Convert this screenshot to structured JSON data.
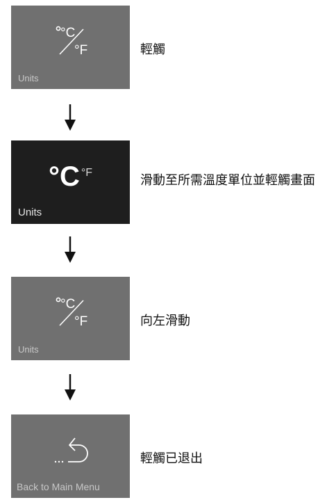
{
  "steps": [
    {
      "tile": {
        "label": "Units",
        "icon": "celsius-fahrenheit-icon",
        "c": "°C",
        "f": "°F"
      },
      "text": "輕觸"
    },
    {
      "tile": {
        "label": "Units",
        "icon": "celsius-selected",
        "c": "°C",
        "f": "°F"
      },
      "text": "滑動至所需溫度單位並輕觸畫面"
    },
    {
      "tile": {
        "label": "Units",
        "icon": "celsius-fahrenheit-icon",
        "c": "°C",
        "f": "°F"
      },
      "text": "向左滑動"
    },
    {
      "tile": {
        "label": "Back to Main Menu",
        "icon": "back-arrow-icon"
      },
      "text": "輕觸已退出"
    }
  ],
  "colors": {
    "tile": "#707070",
    "tile_active": "#1e1e1e",
    "text": "#111111",
    "arrow": "#111111"
  }
}
